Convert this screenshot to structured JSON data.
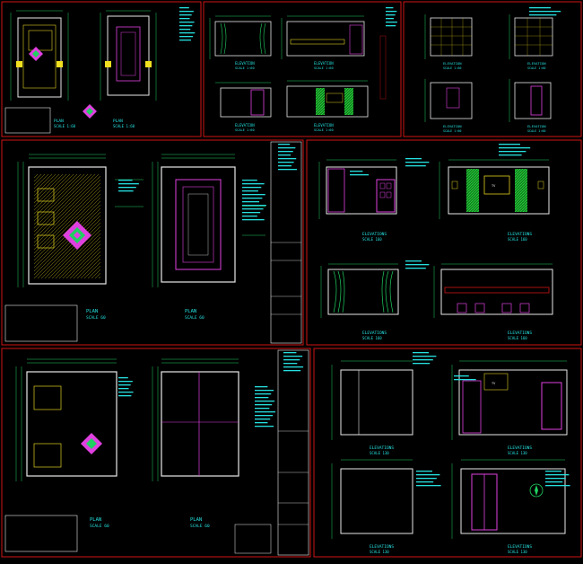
{
  "colors": {
    "background": "#000000",
    "frame": "#d01414",
    "wall": "#e8e8e8",
    "dimension": "#20d060",
    "text": "#26e0e0",
    "furniture": "#e0d020",
    "magenta": "#e040e0",
    "green_fill": "#20c030",
    "title_block": "#f0f0f0"
  },
  "icons": [
    "diamond-ornament-icon",
    "curtain-icon",
    "north-arrow-icon"
  ],
  "sheets": [
    {
      "id": "sheet-1",
      "plans": [
        {
          "label": "PLAN",
          "scale": "SCALE 1:60"
        },
        {
          "label": "PLAN",
          "scale": "SCALE 1:60"
        }
      ]
    },
    {
      "id": "sheet-2",
      "elevations": [
        {
          "label": "ELEVATION",
          "scale": "SCALE 1:60"
        },
        {
          "label": "ELEVATION",
          "scale": "SCALE 1:60"
        },
        {
          "label": "ELEVATION",
          "scale": "SCALE 1:60"
        },
        {
          "label": "ELEVATION",
          "scale": "SCALE 1:60"
        }
      ]
    },
    {
      "id": "sheet-3",
      "elevations": [
        {
          "label": "ELEVATION",
          "scale": "SCALE 1:60"
        },
        {
          "label": "ELEVATION",
          "scale": "SCALE 1:60"
        },
        {
          "label": "ELEVATION",
          "scale": "SCALE 1:60"
        },
        {
          "label": "ELEVATION",
          "scale": "SCALE 1:60"
        }
      ]
    },
    {
      "id": "sheet-4",
      "plans": [
        {
          "label": "PLAN",
          "scale": "SCALE  60"
        },
        {
          "label": "PLAN",
          "scale": "SCALE  60"
        }
      ]
    },
    {
      "id": "sheet-5",
      "elevations": [
        {
          "label": "ELEVATIONS",
          "scale": "SCALE  160"
        },
        {
          "label": "ELEVATIONS",
          "scale": "SCALE  160"
        },
        {
          "label": "ELEVATIONS",
          "scale": "SCALE  160"
        },
        {
          "label": "ELEVATIONS",
          "scale": "SCALE  160"
        }
      ]
    },
    {
      "id": "sheet-6",
      "plans": [
        {
          "label": "PLAN",
          "scale": "SCALE  60"
        },
        {
          "label": "PLAN",
          "scale": "SCALE  60"
        }
      ]
    },
    {
      "id": "sheet-7",
      "elevations": [
        {
          "label": "ELEVATIONS",
          "scale": "SCALE  130"
        },
        {
          "label": "ELEVATIONS",
          "scale": "SCALE  130"
        },
        {
          "label": "ELEVATIONS",
          "scale": "SCALE  130"
        },
        {
          "label": "ELEVATIONS",
          "scale": "SCALE  130"
        }
      ]
    }
  ],
  "labels": {
    "tv": "TV"
  }
}
